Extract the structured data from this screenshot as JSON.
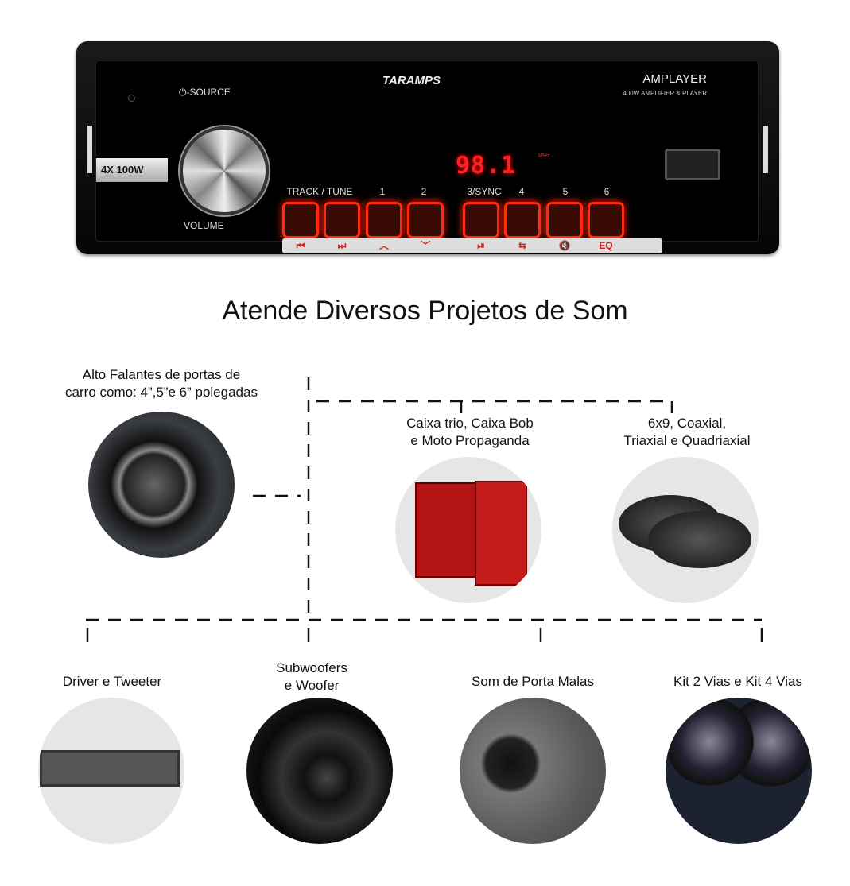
{
  "radio": {
    "brand": "TARAMPS",
    "model": "AMPLAYER",
    "model_subtitle": "400W AMPLIFIER & PLAYER",
    "power_badge": "4X 100W",
    "source_label": "⏻-SOURCE",
    "volume_label": "VOLUME",
    "frequency": "98.1",
    "frequency_unit": "MHz",
    "button_labels": [
      "TRACK / TUNE",
      "1",
      "2",
      "3/SYNC",
      "4",
      "5",
      "6"
    ],
    "strip_symbols": [
      "⏮",
      "⏭",
      "︿",
      "﹀",
      "⏯",
      "⇆",
      "🔇",
      "EQ"
    ]
  },
  "title": "Atende Diversos Projetos de Som",
  "items": [
    {
      "label_lines": [
        "Alto Falantes de portas de",
        "carro como: 4”,5”e 6” polegadas"
      ]
    },
    {
      "label_lines": [
        "Caixa trio, Caixa Bob",
        "e Moto Propaganda"
      ]
    },
    {
      "label_lines": [
        "6x9, Coaxial,",
        "Triaxial e Quadriaxial"
      ]
    },
    {
      "label_lines": [
        "Driver e Tweeter"
      ]
    },
    {
      "label_lines": [
        "Subwoofers",
        "e Woofer"
      ]
    },
    {
      "label_lines": [
        "Som de Porta Malas"
      ]
    },
    {
      "label_lines": [
        "Kit 2 Vias e Kit 4 Vias"
      ]
    }
  ],
  "colors": {
    "led_red": "#ff2a10",
    "strip_symbol": "#d0201a"
  }
}
